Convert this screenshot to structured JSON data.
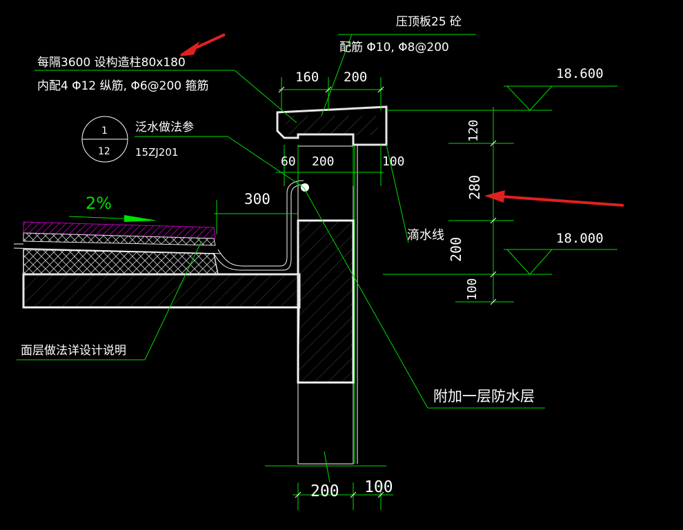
{
  "notes": {
    "column_spacing": "每隔3600  设构造柱80x180",
    "column_rebar": "内配4 Φ12 纵筋, Φ6@200  箍筋",
    "coping": "压顶板25  砼",
    "coping_rebar": "配筋 Φ10, Φ8@200",
    "flashing": "泛水做法参",
    "detail_num": "1",
    "detail_sheet": "12",
    "atlas": "15ZJ201",
    "slope": "2%",
    "drip": "滴水线",
    "surface": "面层做法详设计说明",
    "extra_waterproof": "附加一层防水层"
  },
  "dims": {
    "d160": "160",
    "d200_top": "200",
    "d60": "60",
    "d200_mid": "200",
    "d100_right": "100",
    "d300": "300",
    "v120": "120",
    "v280": "280",
    "v200": "200",
    "v100": "100",
    "b200": "200",
    "b100": "100"
  },
  "elevations": {
    "top": "18.600",
    "floor": "18.000"
  },
  "colors": {
    "line": "#00e000",
    "annotation": "#e02020",
    "concrete": "#e8e8e8",
    "membrane": "#c000c0"
  }
}
